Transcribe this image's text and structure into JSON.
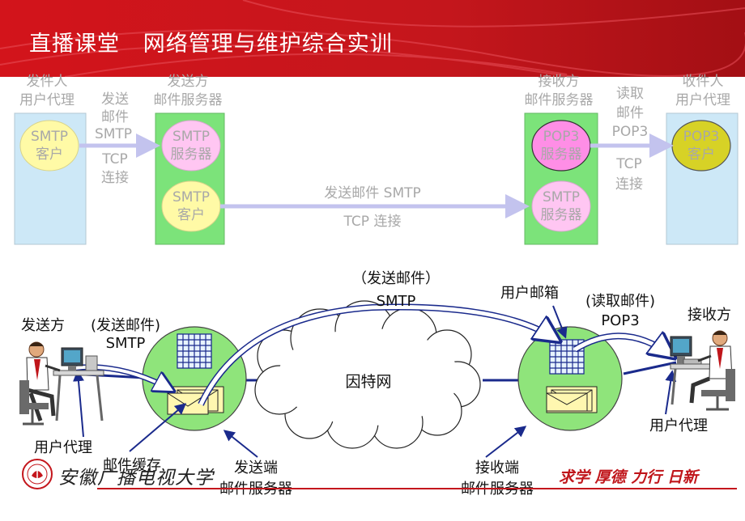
{
  "header": {
    "title": "直播课堂   网络管理与维护综合实训"
  },
  "top_flow": {
    "sender_agent": {
      "caption": [
        "发件人",
        "用户代理"
      ],
      "node": [
        "SMTP",
        "客户"
      ]
    },
    "sender_server": {
      "caption": [
        "发送方",
        "邮件服务器"
      ],
      "node_top": [
        "SMTP",
        "服务器"
      ],
      "node_bottom": [
        "SMTP",
        "客户"
      ]
    },
    "receiver_server": {
      "caption": [
        "接收方",
        "邮件服务器"
      ],
      "node_top": [
        "POP3",
        "服务器"
      ],
      "node_bottom": [
        "SMTP",
        "服务器"
      ]
    },
    "receiver_agent": {
      "caption": [
        "收件人",
        "用户代理"
      ],
      "node": [
        "POP3",
        "客户"
      ]
    },
    "link1": {
      "above": [
        "发送",
        "邮件",
        "SMTP"
      ],
      "below": [
        "TCP",
        "连接"
      ]
    },
    "link2": {
      "above": "发送邮件 SMTP",
      "below": "TCP 连接"
    },
    "link3": {
      "above": [
        "读取",
        "邮件",
        "POP3"
      ],
      "below": [
        "TCP",
        "连接"
      ]
    }
  },
  "bottom_diagram": {
    "sender": "发送方",
    "receiver": "接收方",
    "send_label": [
      "(发送邮件)",
      "SMTP"
    ],
    "internet_send_label": [
      "（发送邮件）",
      "SMTP"
    ],
    "mailbox": "用户邮箱",
    "read_label": [
      "(读取邮件)",
      "POP3"
    ],
    "internet": "因特网",
    "user_agent_left": "用户代理",
    "user_agent_right": "用户代理",
    "mail_cache": "邮件缓存",
    "send_server": [
      "发送端",
      "邮件服务器"
    ],
    "recv_server": [
      "接收端",
      "邮件服务器"
    ]
  },
  "footer": {
    "school": "安徽广播电视大学",
    "motto": "求学 厚德 力行 日新"
  },
  "colors": {
    "banner_red": "#c4161c",
    "agent_box": "#cde8f7",
    "server_box": "#7ce37a",
    "yellow_node": "#fffaa6",
    "pink_node": "#ffc6f2",
    "arrow": "#c3c3ee"
  }
}
